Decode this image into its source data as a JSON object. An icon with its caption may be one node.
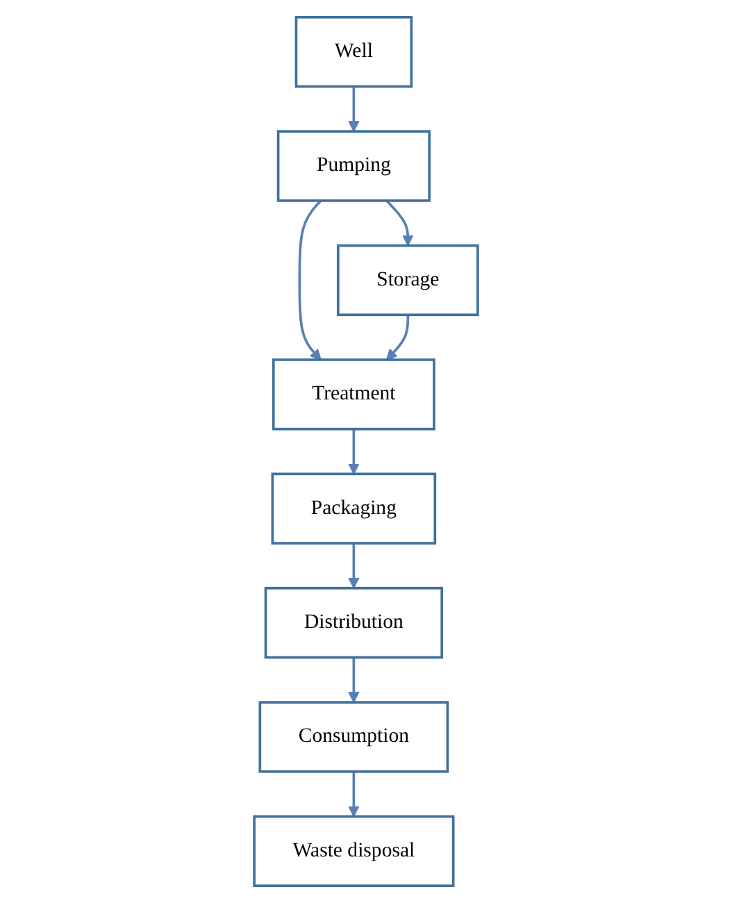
{
  "diagram": {
    "nodes": [
      {
        "text": [
          "Well"
        ]
      },
      {
        "text": [
          "Pumping"
        ]
      },
      {
        "text": [
          "Storage"
        ]
      },
      {
        "text": [
          "Treatment"
        ]
      },
      {
        "text": [
          "Packaging"
        ]
      },
      {
        "text": [
          "Distribution"
        ]
      },
      {
        "text": [
          "Consumption"
        ]
      },
      {
        "text": [
          "Waste disposal"
        ]
      }
    ],
    "edges": [
      {
        "from": 0,
        "to": 1,
        "arrow": "to"
      },
      {
        "from": 1,
        "to": 2,
        "arrow": "to"
      },
      {
        "from": 1,
        "to": 3,
        "arrow": "to"
      },
      {
        "from": 2,
        "to": 3,
        "arrow": "to"
      },
      {
        "from": 3,
        "to": 4,
        "arrow": "to"
      },
      {
        "from": 4,
        "to": 5,
        "arrow": "to"
      },
      {
        "from": 5,
        "to": 6,
        "arrow": "to"
      },
      {
        "from": 6,
        "to": 7,
        "arrow": "to"
      }
    ]
  }
}
